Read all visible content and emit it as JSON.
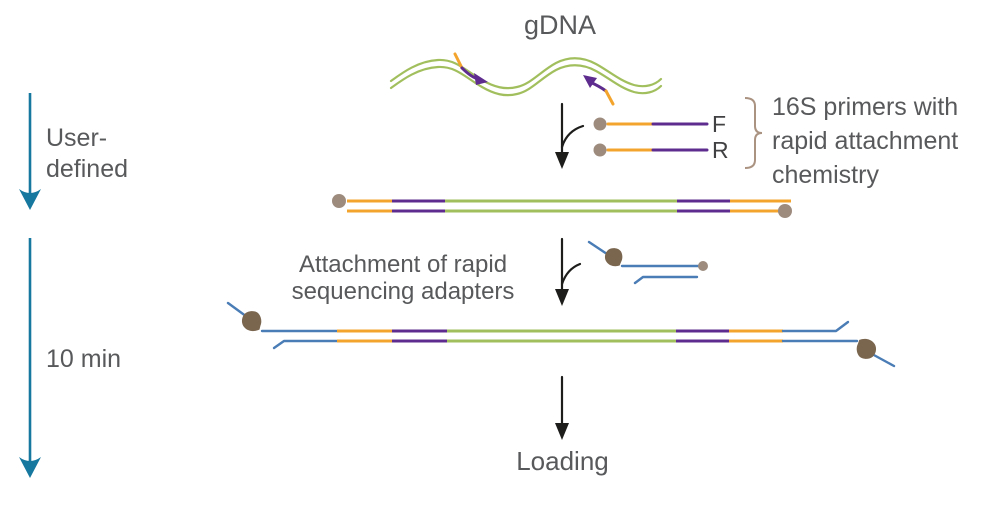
{
  "title": "gDNA",
  "timeline": {
    "step1_duration": "User-\ndefined",
    "step2_duration": "10 min"
  },
  "labels": {
    "primers_note": "16S primers with\nrapid attachment\nchemistry",
    "forward_primer": "F",
    "reverse_primer": "R",
    "adapter_step": "Attachment of rapid\nsequencing adapters",
    "loading": "Loading"
  },
  "palette": {
    "text_gray": "#58595b",
    "teal_arrow": "#16789f",
    "gdna_green": "#a2bf5e",
    "primer_orange": "#f2a42c",
    "primer_purple": "#5e2c8e",
    "attachment_dot": "#9d8b7e",
    "adapter_blue": "#4a7cb5",
    "motor_protein_brown": "#7a654e",
    "bracket_tan": "#ab9382",
    "arrow_black": "#1d1d1b"
  }
}
